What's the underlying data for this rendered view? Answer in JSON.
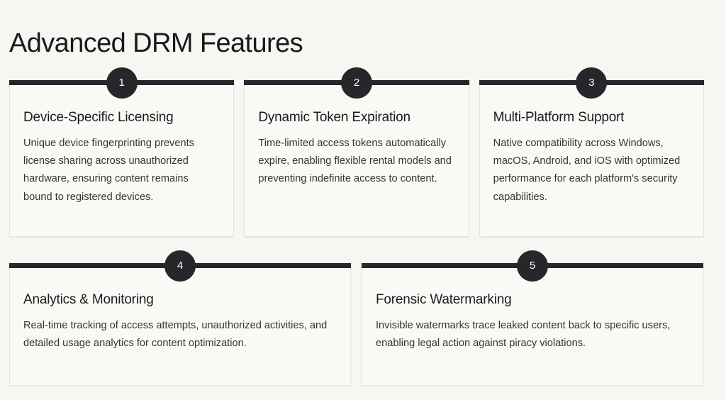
{
  "page": {
    "title": "Advanced DRM Features",
    "background_color": "#f7f6f2",
    "accent_color": "#26262b",
    "title_color": "#1a1a1d",
    "body_text_color": "#343434",
    "card_background_color": "#faf9f6",
    "card_border_color": "#e6e4de"
  },
  "rows": [
    {
      "name": "top-row",
      "cards": [
        {
          "number": "1",
          "title": "Device-Specific Licensing",
          "body": "Unique device fingerprinting prevents license sharing across unauthorized hardware, ensuring content remains bound to registered devices."
        },
        {
          "number": "2",
          "title": "Dynamic Token Expiration",
          "body": "Time-limited access tokens automatically expire, enabling flexible rental models and preventing indefinite access to content."
        },
        {
          "number": "3",
          "title": "Multi-Platform Support",
          "body": "Native compatibility across Windows, macOS, Android, and iOS with optimized performance for each platform's security capabilities."
        }
      ]
    },
    {
      "name": "bottom-row",
      "cards": [
        {
          "number": "4",
          "title": "Analytics & Monitoring",
          "body": "Real-time tracking of access attempts, unauthorized activities, and detailed usage analytics for content optimization."
        },
        {
          "number": "5",
          "title": "Forensic Watermarking",
          "body": "Invisible watermarks trace leaked content back to specific users, enabling legal action against piracy violations."
        }
      ]
    }
  ]
}
